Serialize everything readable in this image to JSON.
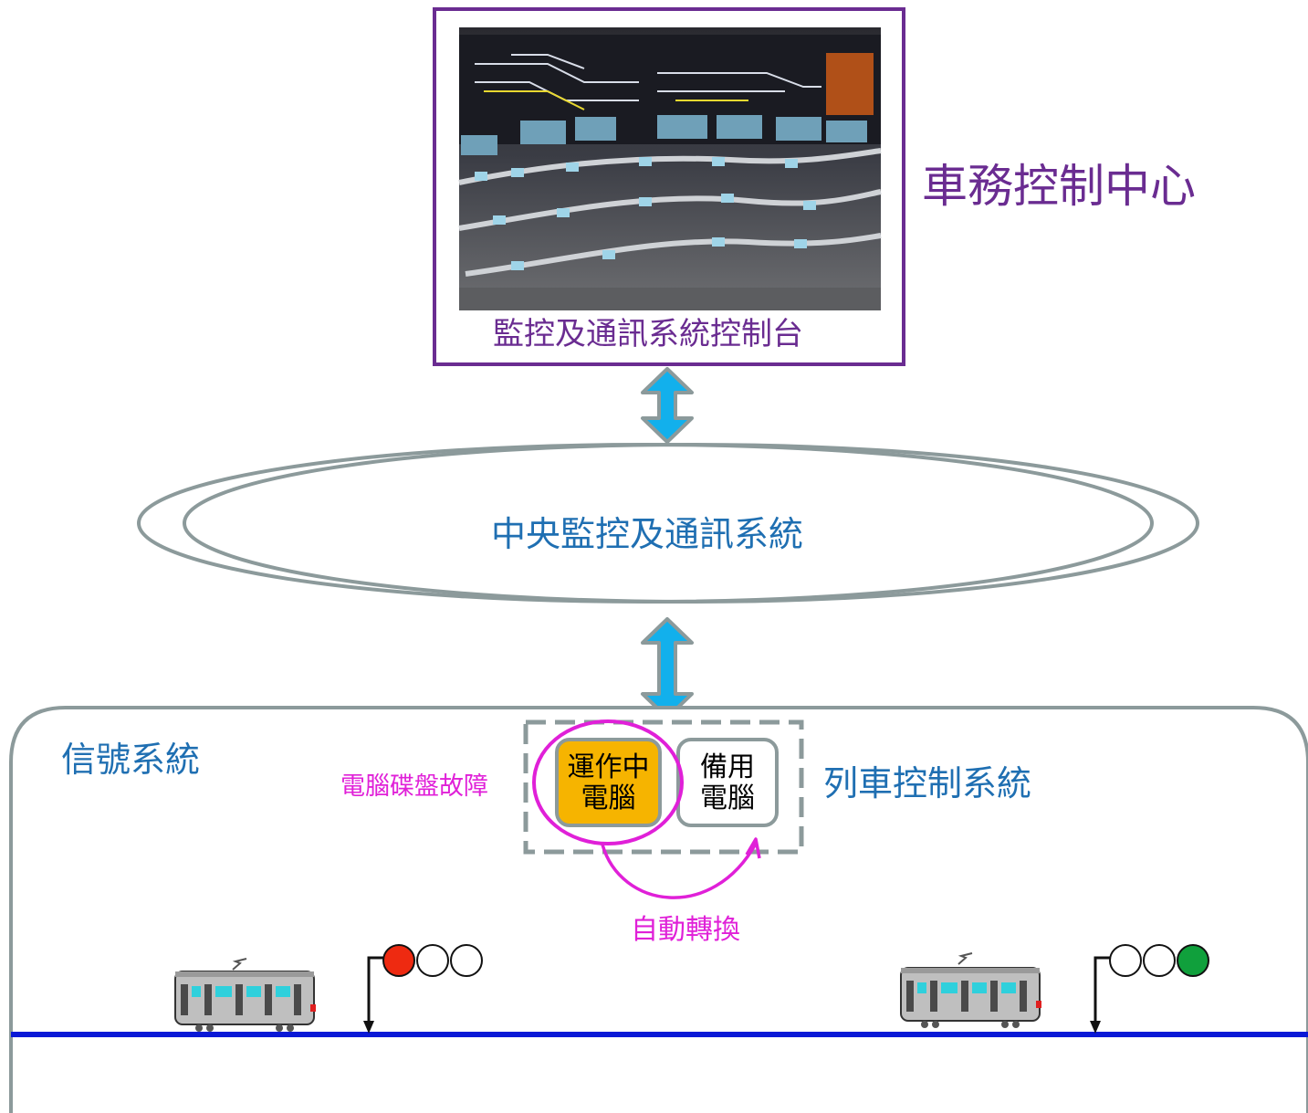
{
  "control_center": {
    "title": "車務控制中心",
    "console_caption": "監控及通訊系統控制台"
  },
  "central_system": {
    "label": "中央監控及通訊系統"
  },
  "signalling": {
    "label": "信號系統",
    "train_control_label": "列車控制系統",
    "active_computer": "運作中\n電腦",
    "standby_computer": "備用\n電腦",
    "fault_label": "電腦碟盤故障",
    "switchover_label": "自動轉換"
  },
  "signals": [
    {
      "lamps": [
        "red",
        "off",
        "off"
      ]
    },
    {
      "lamps": [
        "off",
        "off",
        "green"
      ]
    }
  ],
  "colors": {
    "purple": "#6a2c91",
    "blue_text": "#1f6fb2",
    "magenta": "#e020d8",
    "gray": "#8c9a9b",
    "arrow_fill": "#12b0ec",
    "track": "#0a19d6",
    "active_fill": "#f6b400",
    "signal_red": "#ee2a11",
    "signal_green": "#10a03c"
  }
}
